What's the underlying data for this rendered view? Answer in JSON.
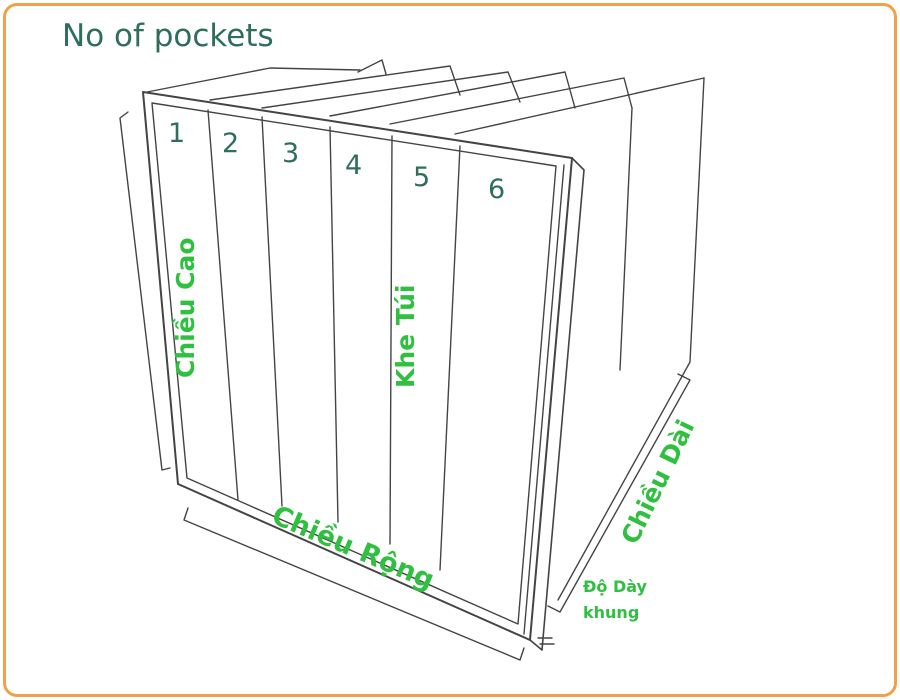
{
  "title": "No of pockets",
  "pockets": [
    "1",
    "2",
    "3",
    "4",
    "5",
    "6"
  ],
  "labels": {
    "height": "Chiều Cao",
    "pocket_gap": "Khe Túi",
    "width": "Chiều Rộng",
    "length": "Chiều Dài",
    "frame_thickness_line1": "Độ Dày",
    "frame_thickness_line2": "khung"
  },
  "colors": {
    "border": "#f0a24a",
    "label": "#2fc040",
    "title": "#2f6e5a",
    "lines": "#444444"
  }
}
